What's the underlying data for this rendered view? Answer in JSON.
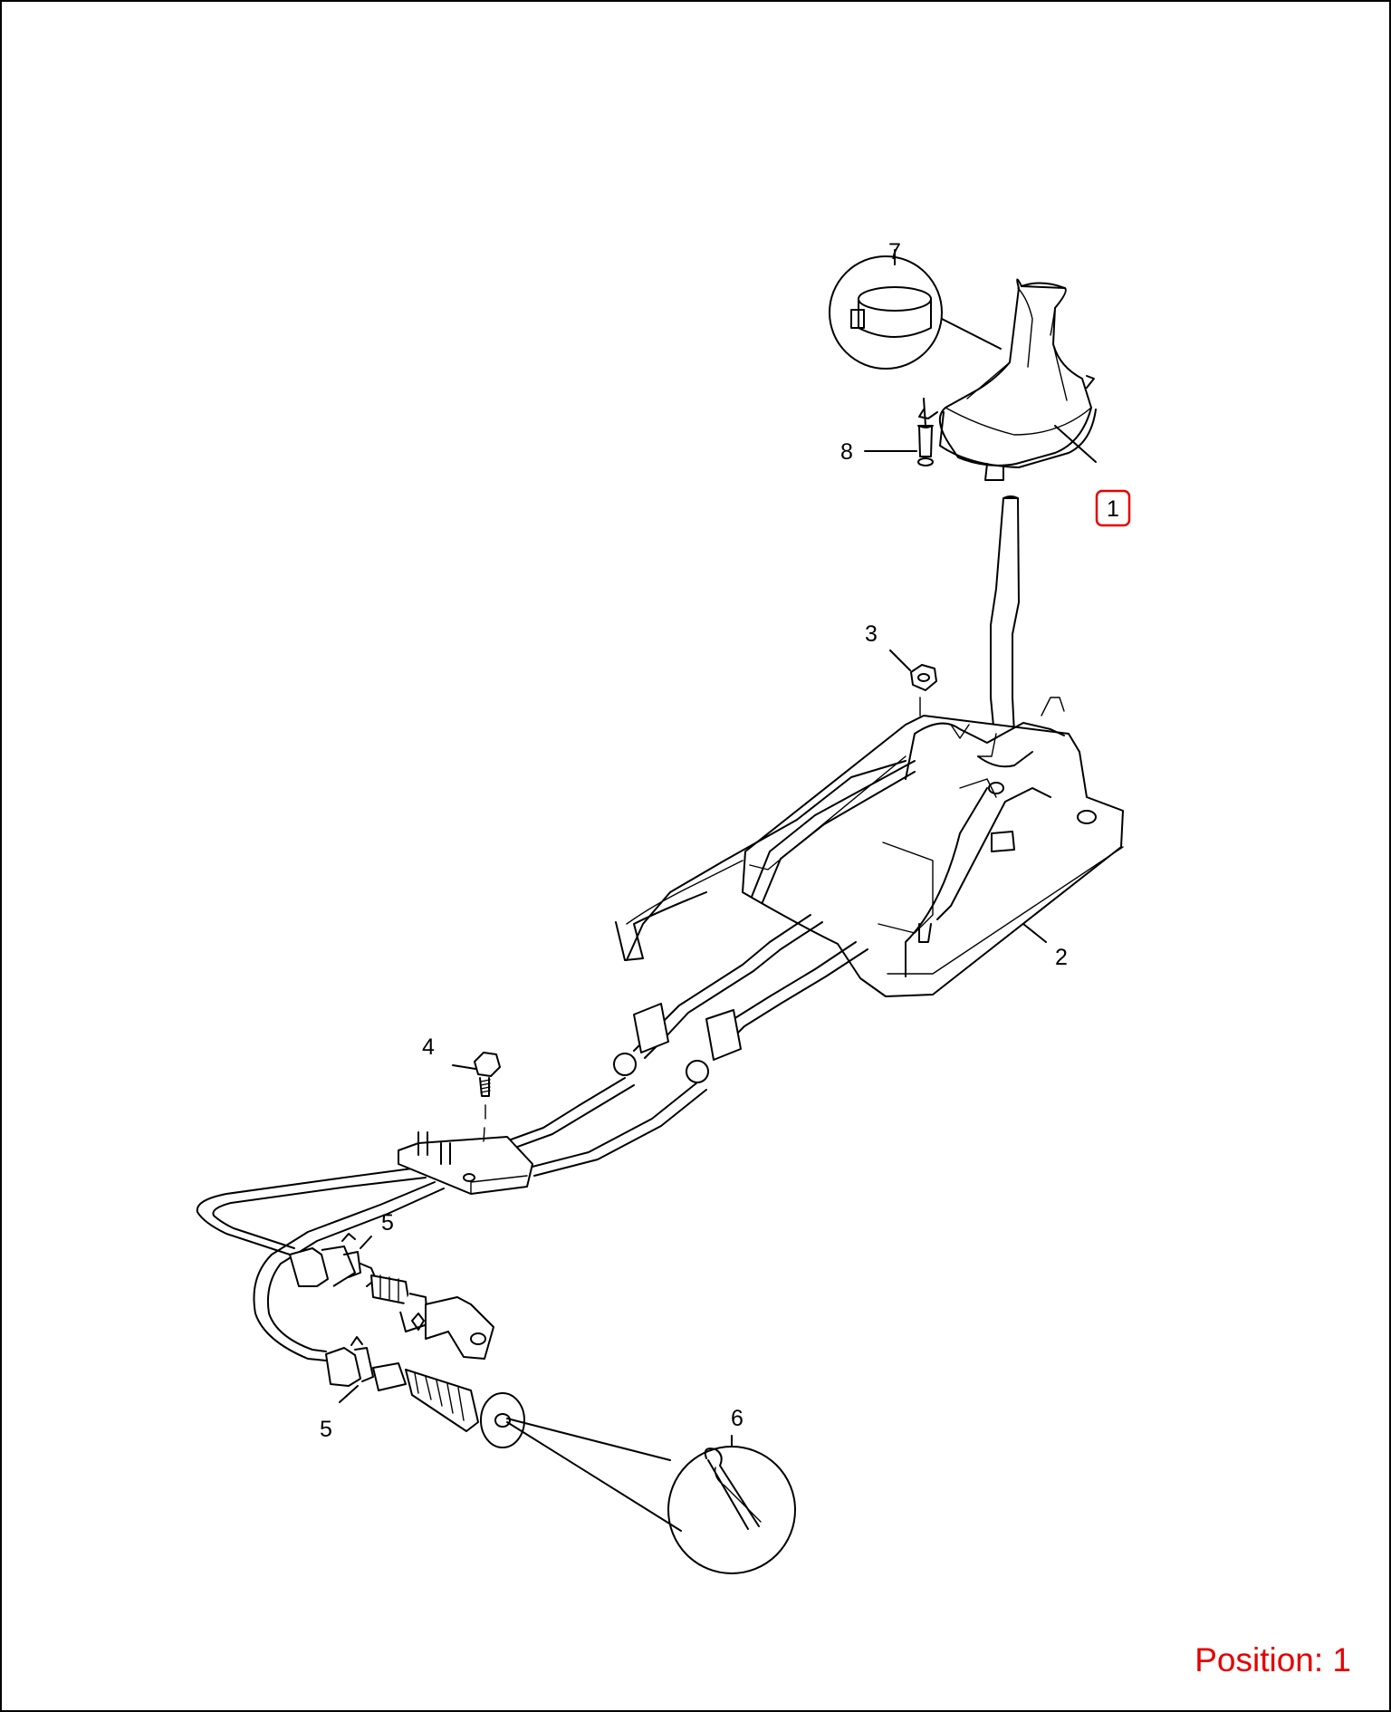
{
  "diagram": {
    "callouts": [
      {
        "id": "1",
        "label": "1",
        "highlighted": true
      },
      {
        "id": "2",
        "label": "2"
      },
      {
        "id": "3",
        "label": "3"
      },
      {
        "id": "4",
        "label": "4"
      },
      {
        "id": "5a",
        "label": "5"
      },
      {
        "id": "5b",
        "label": "5"
      },
      {
        "id": "6",
        "label": "6"
      },
      {
        "id": "7",
        "label": "7"
      },
      {
        "id": "8",
        "label": "8"
      }
    ],
    "highlight_color": "#e60000"
  },
  "status": {
    "position_text": "Position: 1"
  }
}
